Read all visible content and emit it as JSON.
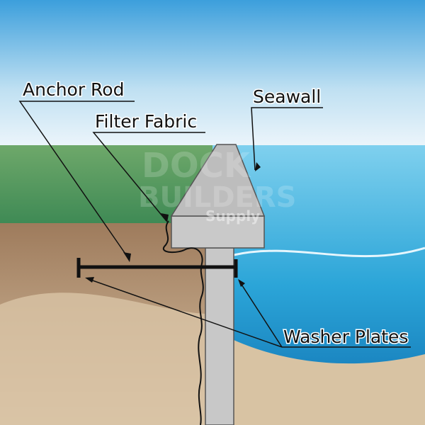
{
  "labels": {
    "anchor_rod": "Anchor Rod",
    "filter_fabric": "Filter Fabric",
    "seawall": "Seawall",
    "washer_plates": "Washer Plates"
  },
  "watermark": {
    "line1": "DOCK",
    "line2": "BUILDERS",
    "line3": "Supply"
  },
  "colors": {
    "sky": "#3c9fdc",
    "grass": "#5a9a5e",
    "water": "#2aa6d8",
    "soil": "#b99a78",
    "concrete": "#c4c4c4"
  }
}
